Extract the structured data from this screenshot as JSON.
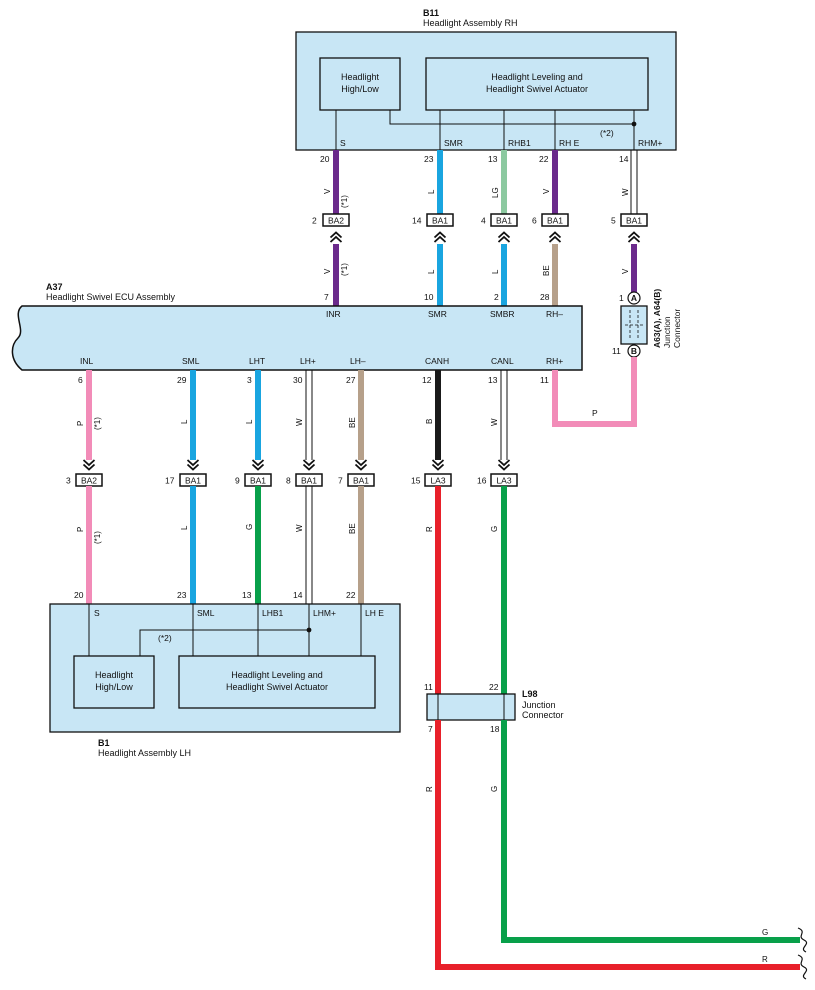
{
  "colors": {
    "box_fill": "#c8e6f5",
    "violet": "#6b2a8c",
    "light_blue": "#19a5e0",
    "light_green": "#8cc9a0",
    "beige": "#b6a08a",
    "pink": "#f28cb8",
    "black": "#1a1a1a",
    "red": "#e8202a",
    "green": "#08a04a",
    "white_wire": "#ffffff"
  },
  "b11": {
    "code": "B11",
    "name": "Headlight Assembly RH",
    "hl_line1": "Headlight",
    "hl_line2": "High/Low",
    "act_line1": "Headlight Leveling and",
    "act_line2": "Headlight Swivel Actuator",
    "note": "(*2)",
    "terminals": [
      "S",
      "SMR",
      "RHB1",
      "RH E",
      "RHM+"
    ]
  },
  "a37": {
    "code": "A37",
    "name": "Headlight Swivel ECU Assembly",
    "top_terminals": [
      "INR",
      "SMR",
      "SMBR",
      "RH–"
    ],
    "bottom_terminals": [
      "INL",
      "SML",
      "LHT",
      "LH+",
      "LH–",
      "CANH",
      "CANL",
      "RH+"
    ]
  },
  "b1": {
    "code": "B1",
    "name": "Headlight Assembly LH",
    "hl_line1": "Headlight",
    "hl_line2": "High/Low",
    "act_line1": "Headlight Leveling and",
    "act_line2": "Headlight Swivel Actuator",
    "note": "(*2)",
    "terminals": [
      "S",
      "SML",
      "LHB1",
      "LHM+",
      "LH E"
    ]
  },
  "a63": {
    "label_line1": "A63(A), A64(B)",
    "label_line2": "Junction",
    "label_line3": "Connector",
    "pin_a": "A",
    "pin_b": "B",
    "pin_a_num": "1",
    "pin_b_num": "11",
    "wire_p": "P"
  },
  "l98": {
    "code": "L98",
    "line1": "Junction",
    "line2": "Connector",
    "pins": [
      "11",
      "22",
      "7",
      "18"
    ]
  },
  "upper_wires": [
    {
      "pin_b11": "20",
      "color_top": "V",
      "note_top": "(*1)",
      "conn": "BA2",
      "conn_pin": "2",
      "color_bot": "V",
      "note_bot": "(*1)",
      "pin_a37": "7"
    },
    {
      "pin_b11": "23",
      "color_top": "L",
      "conn": "BA1",
      "conn_pin": "14",
      "color_bot": "L",
      "pin_a37": "10"
    },
    {
      "pin_b11": "13",
      "color_top": "LG",
      "conn": "BA1",
      "conn_pin": "4",
      "color_bot": "L",
      "pin_a37": "2"
    },
    {
      "pin_b11": "22",
      "color_top": "V",
      "conn": "BA1",
      "conn_pin": "6",
      "color_bot": "BE",
      "pin_a37": "28"
    },
    {
      "pin_b11": "14",
      "color_top": "W",
      "conn": "BA1",
      "conn_pin": "5",
      "color_bot": "V"
    }
  ],
  "lower_wires": [
    {
      "pin_a37": "6",
      "color_top": "P",
      "note_top": "(*1)",
      "conn": "BA2",
      "conn_pin": "3",
      "color_bot": "P",
      "note_bot": "(*1)",
      "pin_b1": "20"
    },
    {
      "pin_a37": "29",
      "color_top": "L",
      "conn": "BA1",
      "conn_pin": "17",
      "color_bot": "L",
      "pin_b1": "23"
    },
    {
      "pin_a37": "3",
      "color_top": "L",
      "conn": "BA1",
      "conn_pin": "9",
      "color_bot": "G",
      "pin_b1": "13"
    },
    {
      "pin_a37": "30",
      "color_top": "W",
      "conn": "BA1",
      "conn_pin": "8",
      "color_bot": "W",
      "pin_b1": "14"
    },
    {
      "pin_a37": "27",
      "color_top": "BE",
      "conn": "BA1",
      "conn_pin": "7",
      "color_bot": "BE",
      "pin_b1": "22"
    },
    {
      "pin_a37": "12",
      "color_top": "B",
      "conn": "LA3",
      "conn_pin": "15",
      "color_bot": "R"
    },
    {
      "pin_a37": "13",
      "color_top": "W",
      "conn": "LA3",
      "conn_pin": "16",
      "color_bot": "G"
    },
    {
      "pin_a37": "11"
    }
  ],
  "can_bottom": {
    "red_label": "R",
    "green_label": "G",
    "out_g": "G",
    "out_r": "R"
  }
}
